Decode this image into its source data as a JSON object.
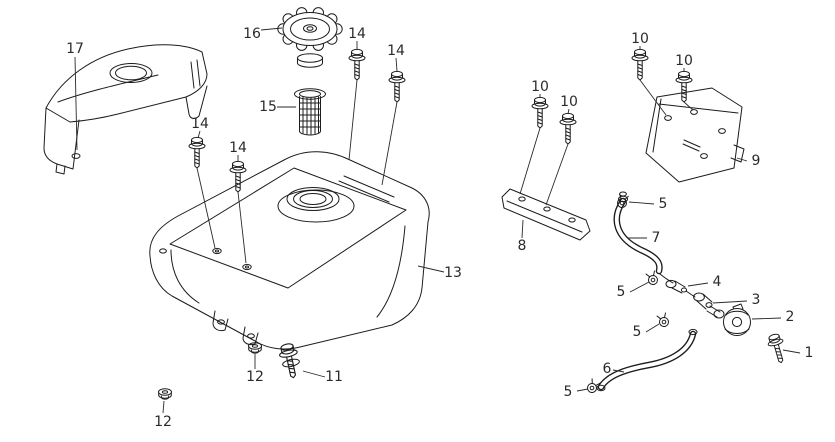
{
  "meta": {
    "description": "Exploded parts diagram of a small engine fuel tank assembly",
    "background_color": "#ffffff",
    "line_color": "#1c1c1c",
    "label_color": "#2b2b2b"
  },
  "callouts": [
    {
      "label": "17"
    },
    {
      "label": "16"
    },
    {
      "label": "14"
    },
    {
      "label": "14"
    },
    {
      "label": "15"
    },
    {
      "label": "14"
    },
    {
      "label": "14"
    },
    {
      "label": "10"
    },
    {
      "label": "10"
    },
    {
      "label": "10"
    },
    {
      "label": "10"
    },
    {
      "label": "9"
    },
    {
      "label": "5"
    },
    {
      "label": "7"
    },
    {
      "label": "8"
    },
    {
      "label": "4"
    },
    {
      "label": "5"
    },
    {
      "label": "3"
    },
    {
      "label": "2"
    },
    {
      "label": "13"
    },
    {
      "label": "5"
    },
    {
      "label": "1"
    },
    {
      "label": "6"
    },
    {
      "label": "12"
    },
    {
      "label": "11"
    },
    {
      "label": "5"
    },
    {
      "label": "12"
    }
  ]
}
